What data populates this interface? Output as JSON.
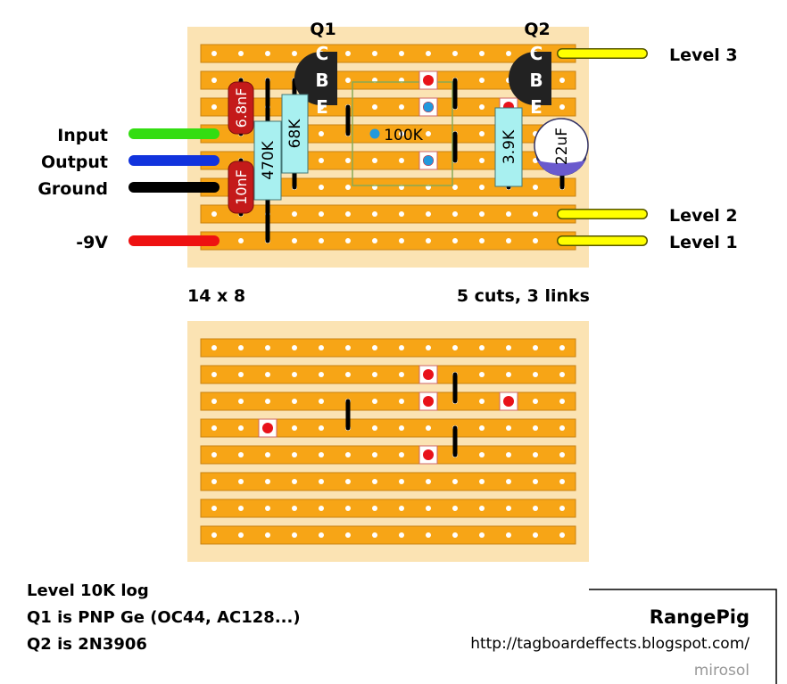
{
  "colors": {
    "board": "#fbe3b3",
    "strip": "#f7a516",
    "hole": "#ffffff",
    "cut": "#e8121a",
    "link": "#000000",
    "input_wire": "#33dd11",
    "output_wire": "#1133dd",
    "ground_wire": "#000000",
    "power_wire": "#ee1111",
    "level_wire": "#ffff00",
    "resistor": "#a8f0f0",
    "capacitor_film": "#c41a1a",
    "transistor": "#222222",
    "pot_pin": "#2299dd"
  },
  "transistors": {
    "q1_label": "Q1",
    "q2_label": "Q2",
    "pins": [
      "C",
      "B",
      "E"
    ]
  },
  "wires": {
    "input": "Input",
    "output": "Output",
    "ground": "Ground",
    "power": "-9V",
    "level3": "Level 3",
    "level2": "Level 2",
    "level1": "Level 1"
  },
  "components": {
    "c1": "6.8nF",
    "c2": "10nF",
    "r1": "470K",
    "r2": "68K",
    "pot": "100K",
    "r3": "3.9K",
    "ecap": "22uF"
  },
  "board": {
    "size": "14 x 8",
    "summary": "5 cuts, 3 links",
    "columns": 14,
    "rows": 8
  },
  "notes": {
    "level": "Level 10K log",
    "q1": "Q1 is PNP Ge (OC44, AC128...)",
    "q2": "Q2 is 2N3906"
  },
  "footer": {
    "title": "RangePig",
    "url": "http://tagboardeffects.blogspot.com/",
    "credit": "mirosol"
  }
}
